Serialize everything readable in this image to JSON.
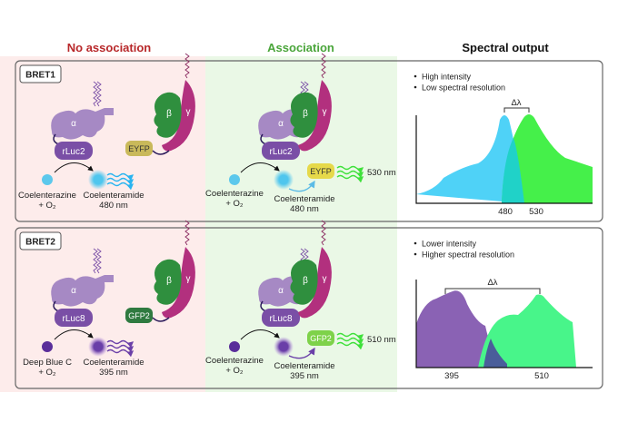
{
  "headers": {
    "no_association": "No association",
    "association": "Association",
    "spectral_output": "Spectral output"
  },
  "colors": {
    "no_association": "#b8282a",
    "association": "#4aa53a",
    "no_association_bg": "#fdeceb",
    "association_bg": "#eaf8e6",
    "alpha": "#a689c4",
    "rluc": "#7a4fa6",
    "beta": "#2f8f3e",
    "gamma": "#b2307e",
    "eyfp": "#e6d94a",
    "gfp2": "#2f7a40",
    "cyan": "#4fd2f7",
    "green": "#45f04a",
    "purple": "#8a62b4",
    "spring_green": "#48f58a"
  },
  "panels": [
    {
      "label": "BRET1",
      "subunits": {
        "alpha": "α",
        "beta": "β",
        "gamma": "γ"
      },
      "luciferase": "rLuc2",
      "acceptor": "EYFP",
      "substrate_line1": "Coelenterazine",
      "substrate_line2": "+ O₂",
      "product_line1": "Coelenteramide",
      "product_line2": "480 nm",
      "emission": "530 nm",
      "spectral": {
        "bullets": [
          "High intensity",
          "Low spectral resolution"
        ],
        "delta_label": "Δλ",
        "ticks": [
          "480",
          "530"
        ]
      }
    },
    {
      "label": "BRET2",
      "subunits": {
        "alpha": "α",
        "beta": "β",
        "gamma": "γ"
      },
      "luciferase": "rLuc8",
      "acceptor": "GFP2",
      "substrate_line1": "Deep Blue C",
      "substrate_line2": "+ O₂",
      "assoc_substrate_line1": "Coelenterazine",
      "product_line1": "Coelenteramide",
      "product_line2": "395 nm",
      "emission": "510 nm",
      "spectral": {
        "bullets": [
          "Lower intensity",
          "Higher spectral resolution"
        ],
        "delta_label": "Δλ",
        "ticks": [
          "395",
          "510"
        ]
      }
    }
  ]
}
